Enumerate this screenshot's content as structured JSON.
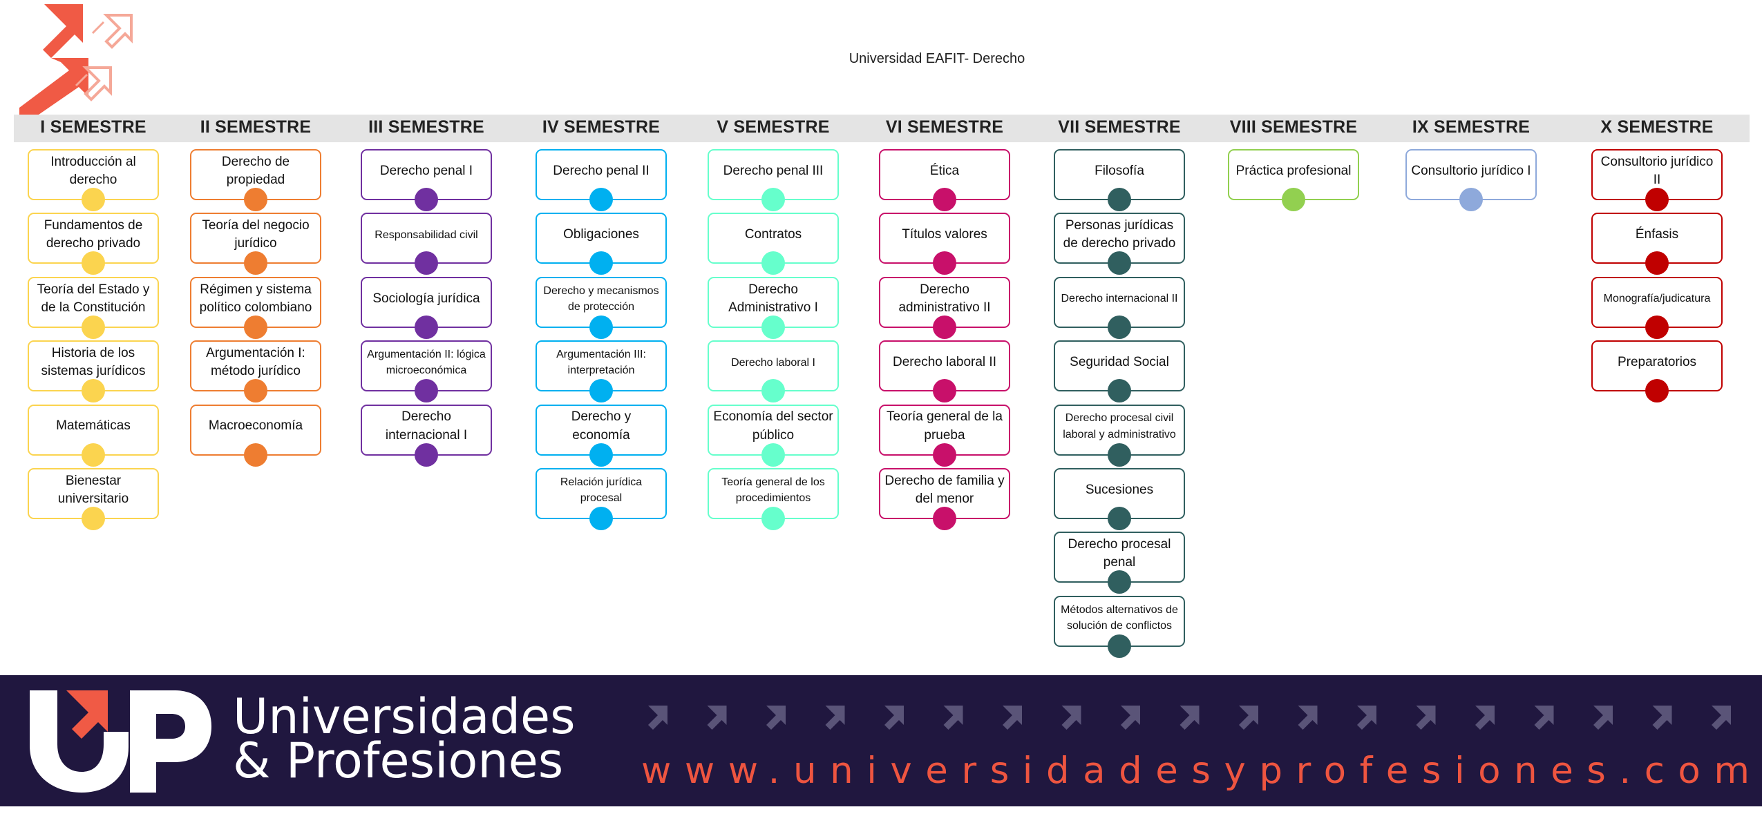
{
  "title": "Universidad EAFIT- Derecho",
  "colors": {
    "I": "#fbd44f",
    "II": "#ee7d31",
    "III": "#7030a0",
    "IV": "#00b0f0",
    "V": "#66ffcc",
    "VI": "#c8106a",
    "VII": "#305f5f",
    "VIII": "#92d050",
    "IX": "#8ea9db",
    "X": "#c00000",
    "header_bar": "#e4e4e4",
    "footer_bg": "#20173f",
    "footer_accent": "#ee5540"
  },
  "semesters": [
    {
      "key": "I",
      "label": "I SEMESTRE",
      "courses": [
        "Introducción al derecho",
        "Fundamentos de derecho privado",
        "Teoría del Estado y de la Constitución",
        "Historia de los sistemas jurídicos",
        "Matemáticas",
        "Bienestar universitario"
      ]
    },
    {
      "key": "II",
      "label": "II SEMESTRE",
      "courses": [
        "Derecho de propiedad",
        "Teoría del negocio jurídico",
        "Régimen y sistema político colombiano",
        "Argumentación I: método jurídico",
        "Macroeconomía"
      ]
    },
    {
      "key": "III",
      "label": "III SEMESTRE",
      "courses": [
        "Derecho penal I",
        "Responsabilidad civil",
        "Sociología jurídica",
        "Argumentación II: lógica microeconómica",
        "Derecho internacional I"
      ]
    },
    {
      "key": "IV",
      "label": "IV SEMESTRE",
      "courses": [
        "Derecho penal II",
        "Obligaciones",
        "Derecho y mecanismos de protección",
        "Argumentación III: interpretación",
        "Derecho y economía",
        "Relación jurídica procesal"
      ]
    },
    {
      "key": "V",
      "label": "V SEMESTRE",
      "courses": [
        "Derecho penal III",
        "Contratos",
        "Derecho Administrativo I",
        "Derecho laboral I",
        "Economía del sector público",
        "Teoría general de los procedimientos"
      ]
    },
    {
      "key": "VI",
      "label": "VI SEMESTRE",
      "courses": [
        "Ética",
        "Títulos valores",
        "Derecho administrativo II",
        "Derecho laboral II",
        "Teoría general de la prueba",
        "Derecho de familia y del menor"
      ]
    },
    {
      "key": "VII",
      "label": "VII SEMESTRE",
      "courses": [
        "Filosofía",
        "Personas jurídicas de derecho privado",
        "Derecho internacional II",
        "Seguridad Social",
        "Derecho procesal civil laboral y administrativo",
        "Sucesiones",
        "Derecho procesal penal",
        "Métodos alternativos de solución de conflictos"
      ]
    },
    {
      "key": "VIII",
      "label": "VIII SEMESTRE",
      "courses": [
        "Práctica profesional"
      ]
    },
    {
      "key": "IX",
      "label": "IX SEMESTRE",
      "courses": [
        "Consultorio jurídico I"
      ]
    },
    {
      "key": "X",
      "label": "X SEMESTRE",
      "courses": [
        "Consultorio jurídico II",
        "Énfasis",
        "Monografía/judicatura",
        "Preparatorios"
      ]
    }
  ],
  "footer": {
    "brand_line1": "Universidades",
    "brand_line2": "& Profesiones",
    "url": "www.universidadesyprofesiones.com"
  }
}
